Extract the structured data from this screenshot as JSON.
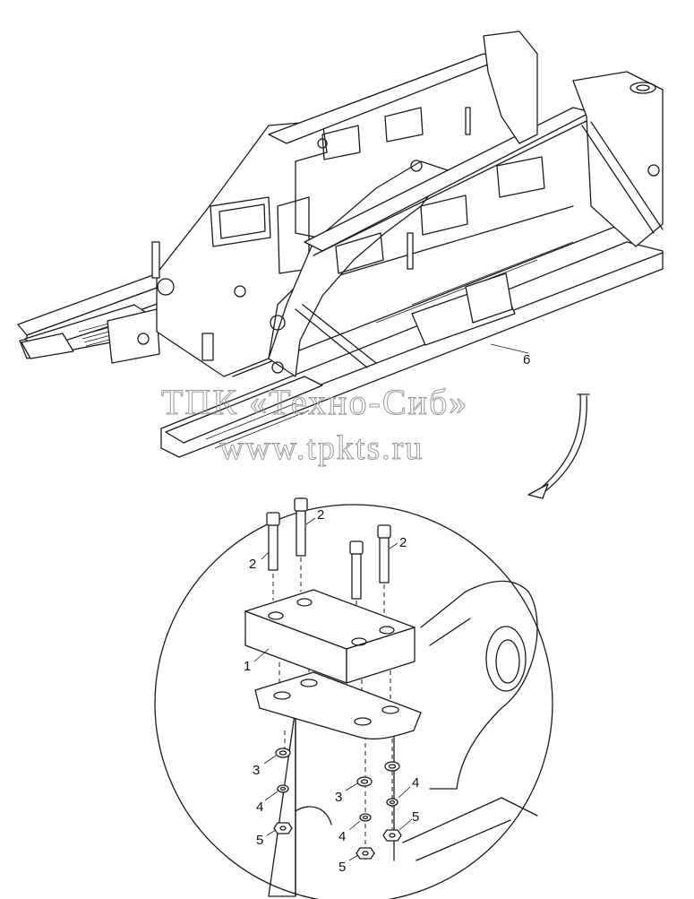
{
  "watermark": {
    "line1": "ТПК «Техно-Сиб»",
    "line2": "www.tpkts.ru"
  },
  "callouts": {
    "frame": "6",
    "plate_block": "1",
    "bolt_a": "2",
    "bolt_b": "2",
    "bolt_c": "2",
    "washer_a": "3",
    "washer_b": "3",
    "lock_washer_a": "4",
    "lock_washer_b": "4",
    "lock_washer_c": "4",
    "nut_a": "5",
    "nut_b": "5",
    "nut_c": "5"
  }
}
